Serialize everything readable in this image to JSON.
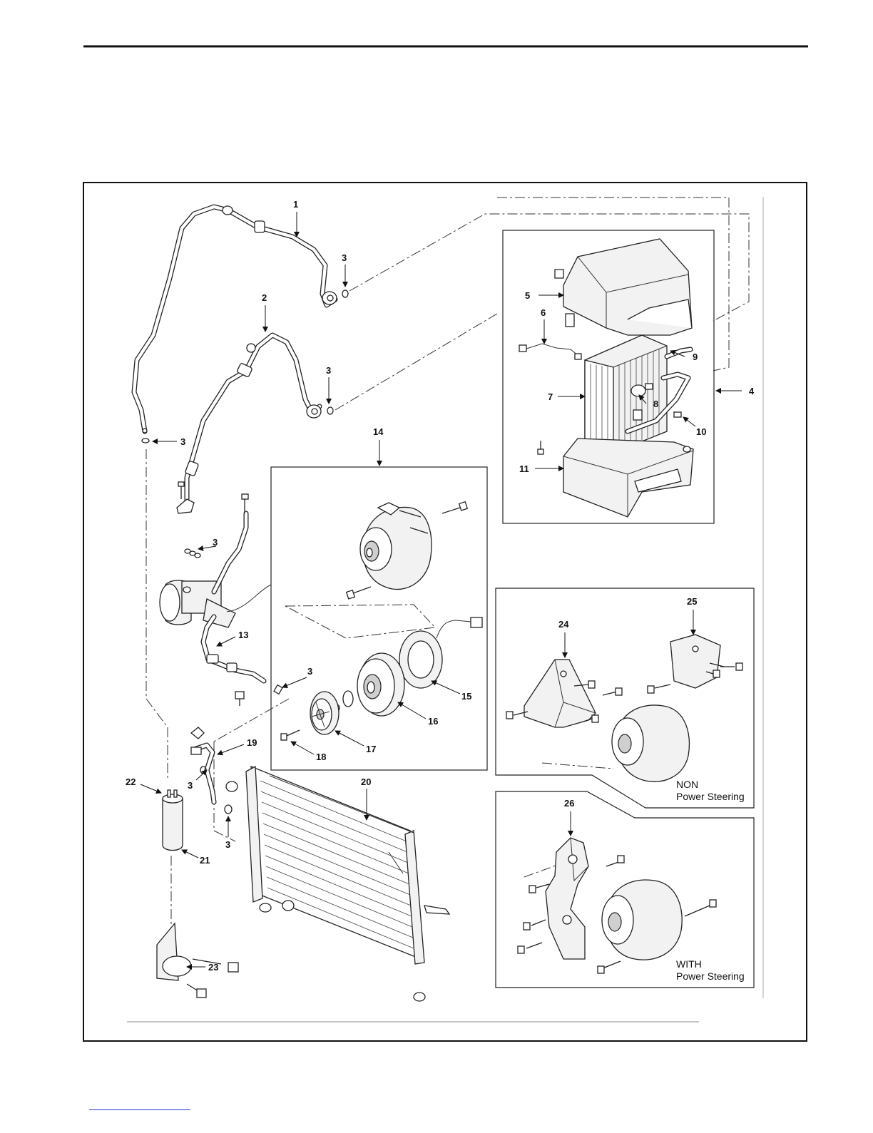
{
  "diagram": {
    "callouts": {
      "c1": "1",
      "c2": "2",
      "c3": "3",
      "c4": "4",
      "c5": "5",
      "c6": "6",
      "c7": "7",
      "c8": "8",
      "c9": "9",
      "c10": "10",
      "c11": "11",
      "c13": "13",
      "c14": "14",
      "c15": "15",
      "c16": "16",
      "c17": "17",
      "c18": "18",
      "c19": "19",
      "c20": "20",
      "c21": "21",
      "c22": "22",
      "c23": "23",
      "c24": "24",
      "c25": "25",
      "c26": "26"
    },
    "notes": {
      "non_line1": "NON",
      "non_line2": "Power Steering",
      "with_line1": "WITH",
      "with_line2": "Power Steering"
    }
  }
}
